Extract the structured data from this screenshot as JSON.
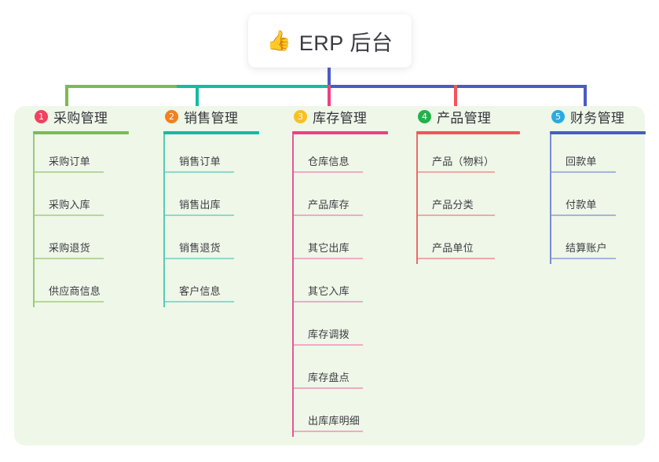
{
  "root": {
    "icon": "thumbs-up-icon",
    "icon_glyph": "👍",
    "title": "ERP 后台"
  },
  "colors": {
    "panel_background": "#eef7e8",
    "page_background": "#ffffff",
    "trunk": "#4a5bc4",
    "bar_green": "#7dbb4e",
    "bar_teal": "#15bba0",
    "bar_blue": "#4a5bc4"
  },
  "columns": [
    {
      "number": "1",
      "badge_color": "#f2415f",
      "line_color": "#7dbb4e",
      "item_line_color": "#b6d79a",
      "spine_color": "#9acb76",
      "drop_color": "#7dbb4e",
      "title": "采购管理",
      "items": [
        {
          "label": "采购订单"
        },
        {
          "label": "采购入库"
        },
        {
          "label": "采购退货"
        },
        {
          "label": "供应商信息"
        }
      ]
    },
    {
      "number": "2",
      "badge_color": "#f4801f",
      "line_color": "#15bba0",
      "item_line_color": "#8fd9cd",
      "spine_color": "#59c9b7",
      "drop_color": "#15bba0",
      "title": "销售管理",
      "items": [
        {
          "label": "销售订单"
        },
        {
          "label": "销售出库"
        },
        {
          "label": "销售退货"
        },
        {
          "label": "客户信息"
        }
      ]
    },
    {
      "number": "3",
      "badge_color": "#fac022",
      "line_color": "#ef3f84",
      "item_line_color": "#f2a9c6",
      "spine_color": "#e8559a",
      "drop_color": "#ef3f84",
      "title": "库存管理",
      "items": [
        {
          "label": "仓库信息"
        },
        {
          "label": "产品库存"
        },
        {
          "label": "其它出库"
        },
        {
          "label": "其它入库"
        },
        {
          "label": "库存调拨"
        },
        {
          "label": "库存盘点"
        },
        {
          "label": "出库库明细"
        }
      ]
    },
    {
      "number": "4",
      "badge_color": "#22b24c",
      "line_color": "#f4545c",
      "item_line_color": "#f3a7a6",
      "spine_color": "#ef6a6a",
      "drop_color": "#f4545c",
      "title": "产品管理",
      "items": [
        {
          "label": "产品（物料）"
        },
        {
          "label": "产品分类"
        },
        {
          "label": "产品单位"
        }
      ]
    },
    {
      "number": "5",
      "badge_color": "#29abe2",
      "line_color": "#4a5bc4",
      "item_line_color": "#a7b3e0",
      "spine_color": "#7b8bd4",
      "drop_color": "#4a5bc4",
      "title": "财务管理",
      "items": [
        {
          "label": "回款单"
        },
        {
          "label": "付款单"
        },
        {
          "label": "结算账户"
        }
      ]
    }
  ]
}
